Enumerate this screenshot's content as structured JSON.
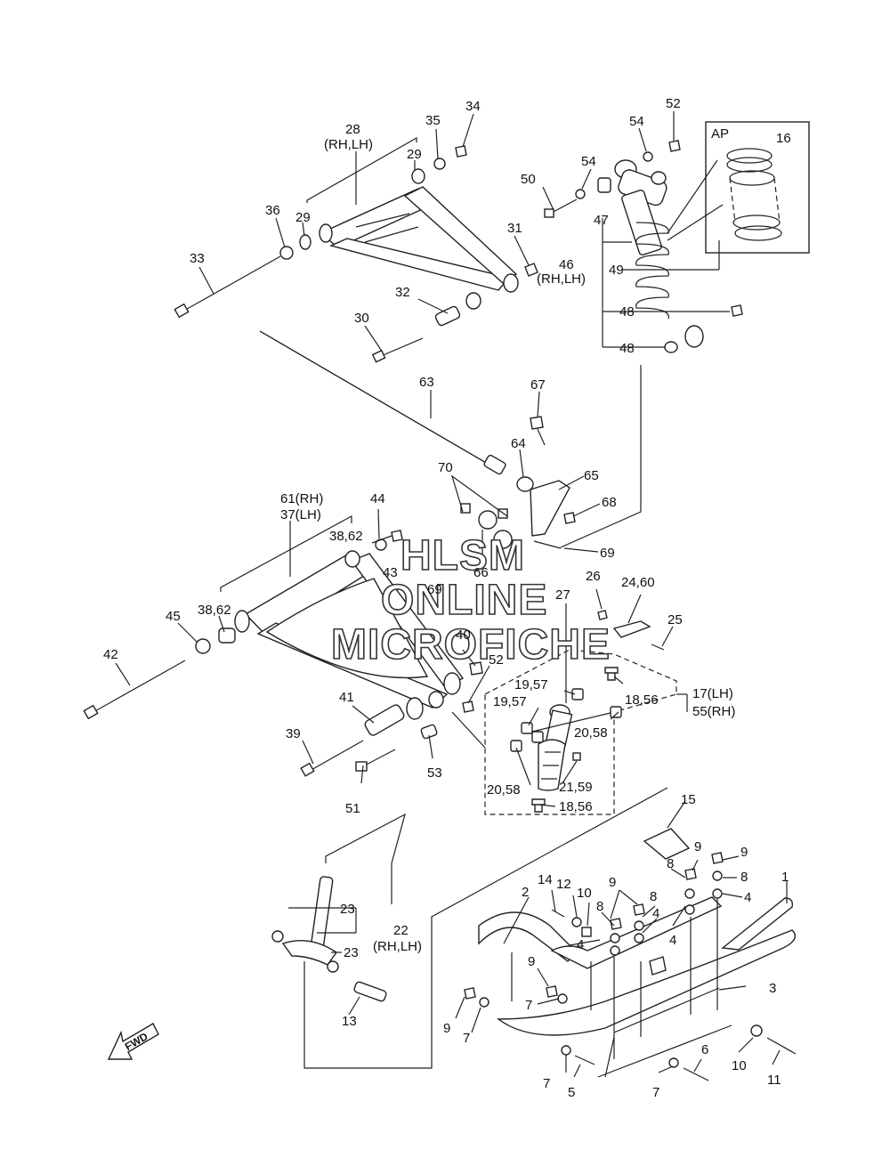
{
  "watermark": {
    "line1": "HLSM",
    "line2": "ONLINE",
    "line3": "MICROFICHE"
  },
  "inset_label": "AP",
  "fwd_label": "FWD",
  "callouts": {
    "c1": "1",
    "c2": "2",
    "c3": "3",
    "c4a": "4",
    "c4b": "4",
    "c4c": "4",
    "c4d": "4",
    "c5": "5",
    "c6": "6",
    "c7a": "7",
    "c7b": "7",
    "c7c": "7",
    "c7d": "7",
    "c8a": "8",
    "c8b": "8",
    "c8c": "8",
    "c8d": "8",
    "c9a": "9",
    "c9b": "9",
    "c9c": "9",
    "c9d": "9",
    "c9e": "9",
    "c10a": "10",
    "c10b": "10",
    "c11": "11",
    "c12": "12",
    "c13": "13",
    "c14": "14",
    "c15": "15",
    "c16": "16",
    "c17": "17(LH)",
    "c55": "55(RH)",
    "c18a": "18,56",
    "c18b": "18,56",
    "c19a": "19,57",
    "c19b": "19,57",
    "c20a": "20,58",
    "c20b": "20,58",
    "c21": "21,59",
    "c22": "22",
    "c22b": "(RH,LH)",
    "c23a": "23",
    "c23b": "23",
    "c24": "24,60",
    "c25": "25",
    "c26": "26",
    "c27": "27",
    "c28": "28",
    "c28b": "(RH,LH)",
    "c29a": "29",
    "c29b": "29",
    "c30": "30",
    "c31": "31",
    "c32": "32",
    "c33": "33",
    "c34": "34",
    "c35": "35",
    "c36": "36",
    "c61": "61(RH)",
    "c37": "37(LH)",
    "c38a": "38,62",
    "c38b": "38,62",
    "c39": "39",
    "c40": "40",
    "c41": "41",
    "c42": "42",
    "c43": "43",
    "c44": "44",
    "c45": "45",
    "c46": "46",
    "c46b": "(RH,LH)",
    "c47": "47",
    "c48a": "48",
    "c48b": "48",
    "c49": "49",
    "c50": "50",
    "c51": "51",
    "c52a": "52",
    "c52b": "52",
    "c53": "53",
    "c54a": "54",
    "c54b": "54",
    "c63": "63",
    "c64": "64",
    "c65": "65",
    "c66": "66",
    "c67": "67",
    "c68": "68",
    "c69a": "69",
    "c69b": "69",
    "c70": "70"
  }
}
